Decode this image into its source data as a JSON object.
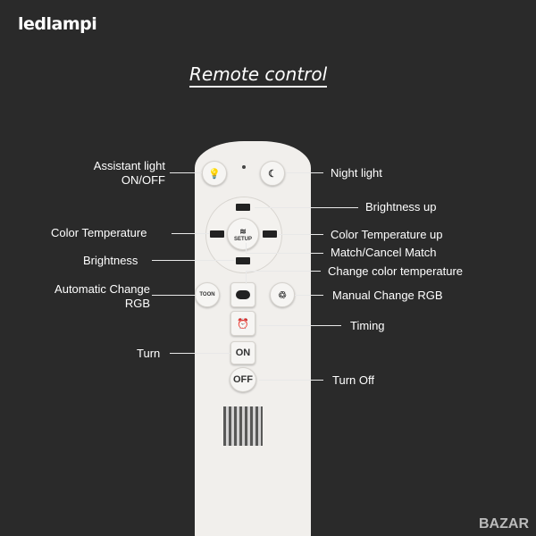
{
  "brand": "ledlampi",
  "title": "Remote control",
  "remote": {
    "setup": "SETUP",
    "on": "ON",
    "off": "OFF",
    "auto_icon_text": "TOON"
  },
  "labels": {
    "assistant_light": "Assistant light ON/OFF",
    "night_light": "Night light",
    "brightness_up": "Brightness up",
    "color_temperature": "Color Temperature",
    "color_temperature_up": "Color Temperature up",
    "match_cancel": "Match/Cancel Match",
    "brightness": "Brightness",
    "change_color_temperature": "Change color temperature",
    "automatic_change_rgb": "Automatic Change RGB",
    "manual_change_rgb": "Manual Change RGB",
    "timing": "Timing",
    "turn": "Turn",
    "turn_off": "Turn Off"
  },
  "watermark": "BAZAR"
}
